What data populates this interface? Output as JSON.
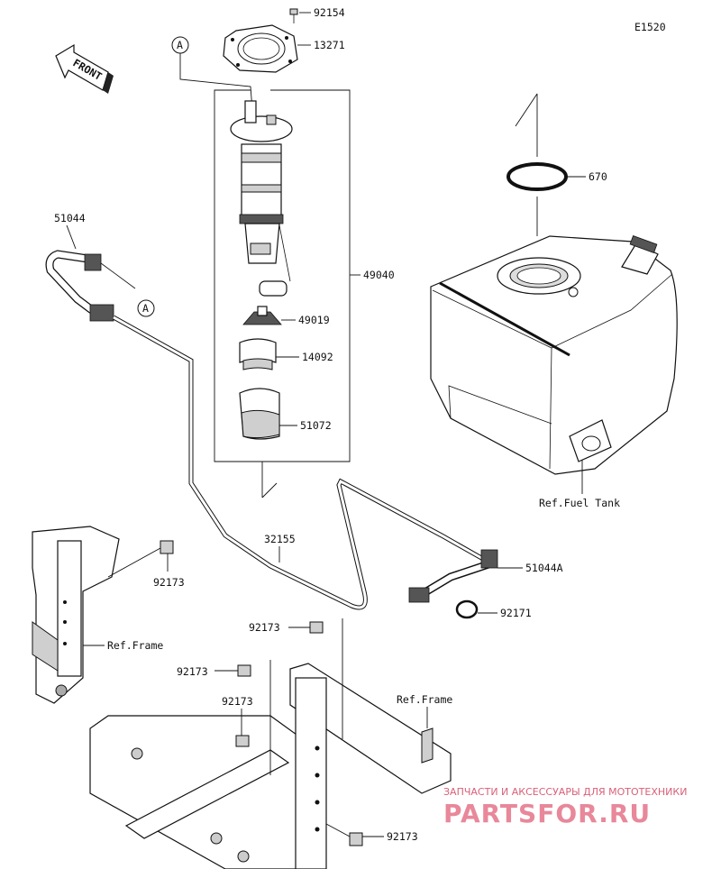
{
  "diagram_code": "E1520",
  "front_label": "FRONT",
  "callout_A": "A",
  "parts": {
    "p92154": "92154",
    "p13271": "13271",
    "p670": "670",
    "p49040": "49040",
    "p49019": "49019",
    "p14092": "14092",
    "p51072": "51072",
    "p51044": "51044",
    "p32155": "32155",
    "p51044A": "51044A",
    "p92171": "92171",
    "p92173_a": "92173",
    "p92173_b": "92173",
    "p92173_c": "92173",
    "p92173_d": "92173",
    "p92173_e": "92173"
  },
  "refs": {
    "fuel_tank": "Ref.Fuel Tank",
    "frame_left": "Ref.Frame",
    "frame_right": "Ref.Frame"
  },
  "watermark": {
    "line1": "ЗАПЧАСТИ И АКСЕССУАРЫ ДЛЯ МОТОТЕХНИКИ",
    "line2": "PARTSFOR.RU"
  }
}
